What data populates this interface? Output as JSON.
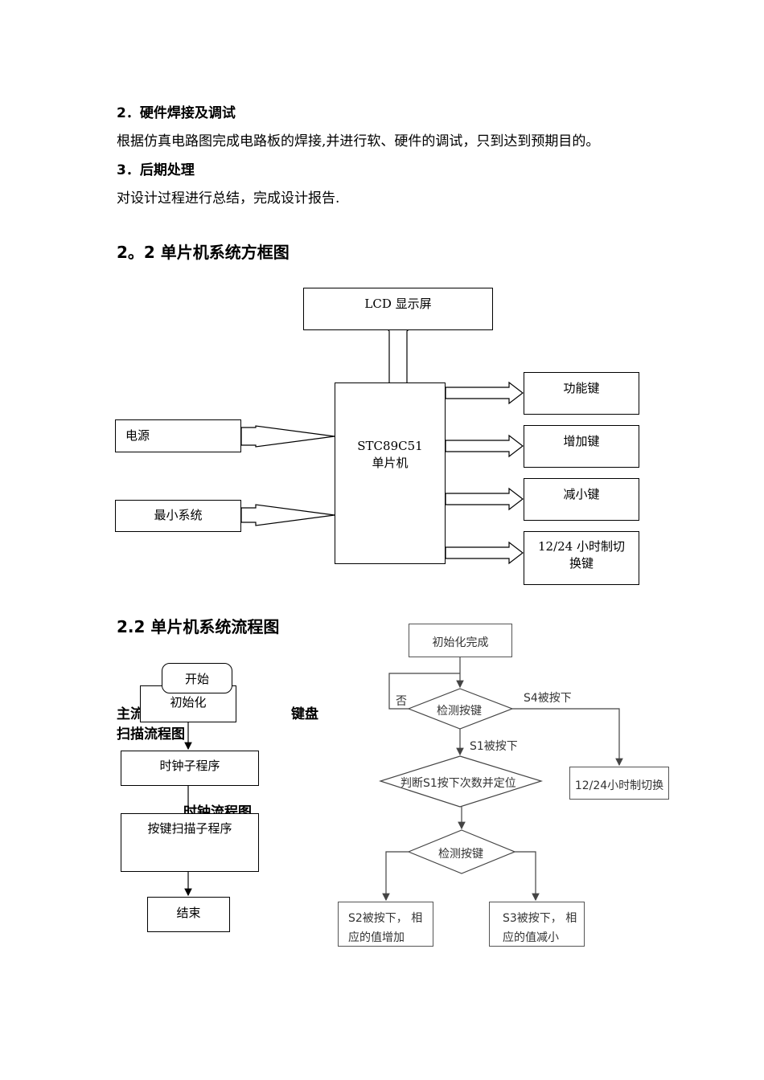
{
  "section_2": {
    "heading": "2．硬件焊接及调试",
    "text": "根据仿真电路图完成电路板的焊接,并进行软、硬件的调试，只到达到预期目的。"
  },
  "section_3": {
    "heading": "3．后期处理",
    "text": "对设计过程进行总结，完成设计报告."
  },
  "block_diagram": {
    "title": "2。2  单片机系统方框图",
    "lcd": "LCD 显示屏",
    "mcu_line1": "STC89C51",
    "mcu_line2": "单片机",
    "power": "电源",
    "min_system": "最小系统",
    "key_function": "功能键",
    "key_increase": "增加键",
    "key_decrease": "减小键",
    "key_mode_line1": "12/24 小时制切",
    "key_mode_line2": "换键"
  },
  "flow": {
    "title": "2.2  单片机系统流程图",
    "overlap_text_1": "主流",
    "overlap_text_2": "键盘",
    "overlap_text_3": "扫描流程图",
    "overlap_text_4": "时钟流程图",
    "main": {
      "start": "开始",
      "init": "初始化",
      "clock_sub": "时钟子程序",
      "key_sub": "按键扫描子程序",
      "end": "结束"
    },
    "keyboard": {
      "init_done": "初始化完成",
      "no": "否",
      "detect1": "检测按键",
      "s4": "S4被按下",
      "s1": "S1被按下",
      "judge": "判断S1按下次数并定位",
      "mode_switch": "12/24小时制切换",
      "detect2": "检测按键",
      "s2_line1": "S2被按下，",
      "s2_line2": "相应的值增加",
      "s3_line1": "S3被按下，",
      "s3_line2": "相应的值减小"
    }
  }
}
